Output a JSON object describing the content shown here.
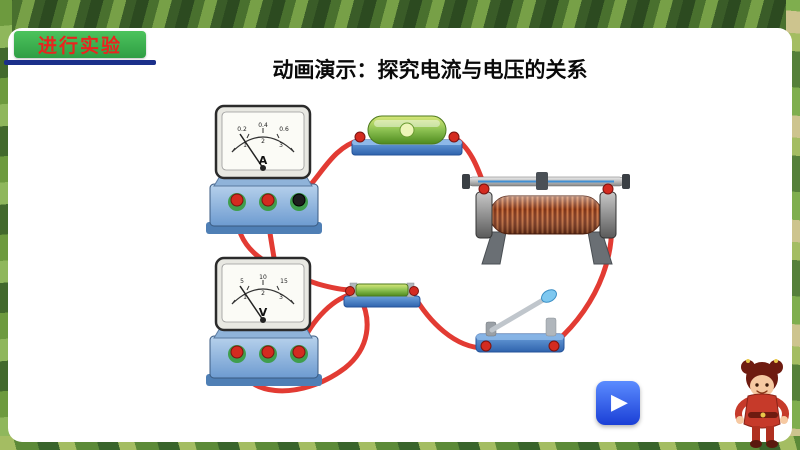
{
  "header": {
    "badge": "进行实验",
    "title": "动画演示：探究电流与电压的关系"
  },
  "circuit": {
    "ammeter": {
      "label": "A",
      "scale_outer": [
        "0.2",
        "0.4",
        "0.6"
      ],
      "scale_inner": [
        "1",
        "2",
        "3"
      ]
    },
    "voltmeter": {
      "label": "V",
      "scale_outer": [
        "5",
        "10",
        "15"
      ],
      "scale_inner": [
        "1",
        "2",
        "3"
      ]
    },
    "components": [
      "ammeter",
      "battery",
      "rheostat",
      "voltmeter",
      "resistor",
      "switch"
    ]
  },
  "controls": {
    "play_icon": "▶"
  },
  "colors": {
    "wire": "#e23b33",
    "badge_bg": "#35ab4e",
    "badge_text": "#e8251f",
    "underline": "#1b2f8a",
    "play_bg": "#2b50e0",
    "card_bg": "#ffffff"
  }
}
